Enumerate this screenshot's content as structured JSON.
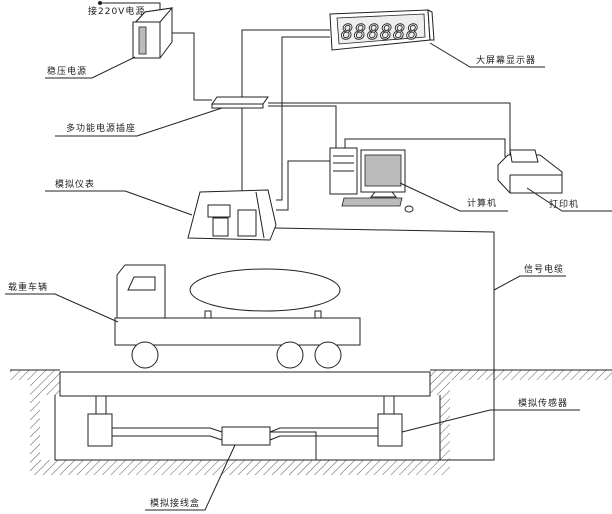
{
  "labels": {
    "mains": "接220V电源",
    "ups": "稳压电源",
    "display": "大屏幕显示器",
    "display_digits": "888888",
    "power_strip": "多功能电源插座",
    "meter": "模拟仪表",
    "computer": "计算机",
    "printer": "打印机",
    "signal_cable": "信号电缆",
    "truck": "载重车辆",
    "sensor": "模拟传感器",
    "junction_box": "模拟接线盒"
  }
}
